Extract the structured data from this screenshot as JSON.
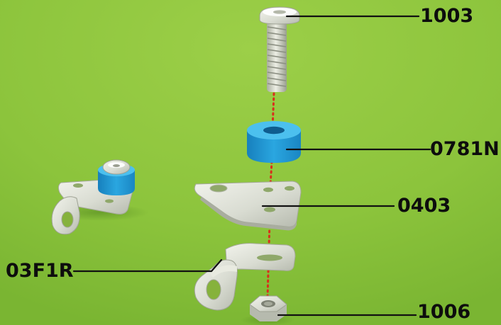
{
  "colors": {
    "background": "#8cc43c",
    "spacer": "#2aa2d8",
    "metal": "#d9dcd2",
    "dotted_line": "#d8301c",
    "leader_line": "#111111"
  },
  "icons": [
    "bolt-icon",
    "spacer-icon",
    "bracket-plate-icon",
    "angle-bracket-icon",
    "hex-nut-icon",
    "assembled-mount-icon"
  ],
  "labels": {
    "bolt": "1003",
    "spacer": "0781N",
    "plate": "0403",
    "bracket": "03F1R",
    "nut": "1006"
  }
}
